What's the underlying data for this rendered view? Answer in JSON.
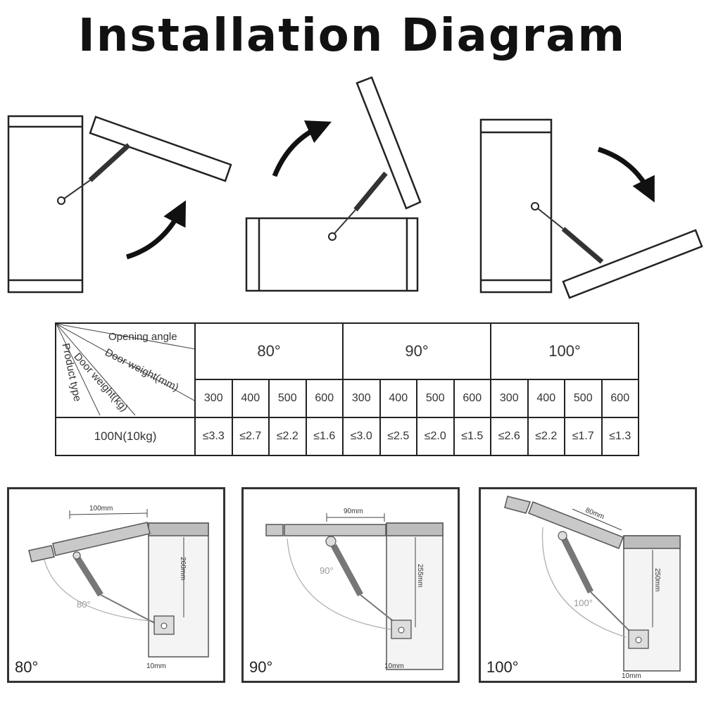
{
  "title": "Installation Diagram",
  "table": {
    "header": {
      "opening_angle": "Opening angle",
      "door_weight_mm": "Door weight(mm)",
      "door_weight_kg": "Door weight(kg)",
      "product_type": "Product type"
    },
    "angles": [
      "80°",
      "90°",
      "100°"
    ],
    "widths": [
      "300",
      "400",
      "500",
      "600",
      "300",
      "400",
      "500",
      "600",
      "300",
      "400",
      "500",
      "600"
    ],
    "row": {
      "product": "100N(10kg)",
      "values": [
        "≤3.3",
        "≤2.7",
        "≤2.2",
        "≤1.6",
        "≤3.0",
        "≤2.5",
        "≤2.0",
        "≤1.5",
        "≤2.6",
        "≤2.2",
        "≤1.7",
        "≤1.3"
      ]
    }
  },
  "panels": [
    {
      "corner_label": "80°",
      "arc_label": "80°",
      "top_dim": "100mm",
      "side_dim": "260mm",
      "bottom_dim": "10mm"
    },
    {
      "corner_label": "90°",
      "arc_label": "90°",
      "top_dim": "90mm",
      "side_dim": "255mm",
      "bottom_dim": "10mm"
    },
    {
      "corner_label": "100°",
      "arc_label": "100°",
      "top_dim": "80mm",
      "side_dim": "250mm",
      "bottom_dim": "10mm"
    }
  ]
}
